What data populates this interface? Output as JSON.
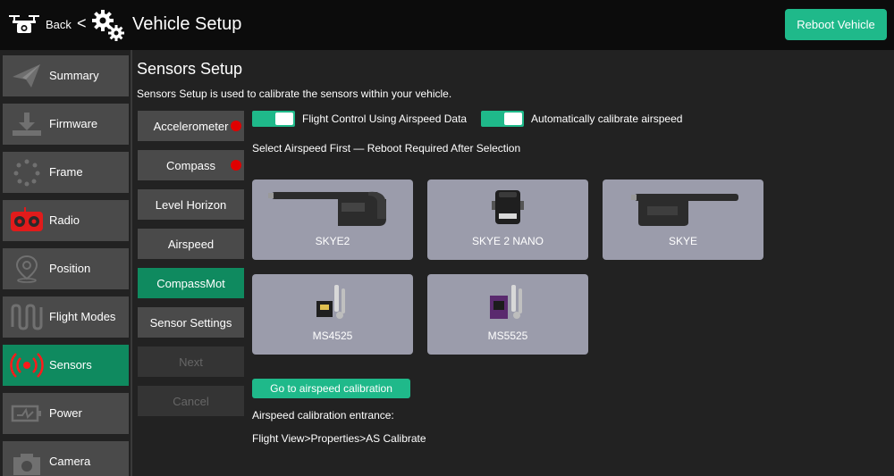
{
  "header": {
    "back_label": "Back",
    "back_chevron": "<",
    "title": "Vehicle Setup",
    "reboot_label": "Reboot Vehicle",
    "icons": [
      "drone-camera-icon",
      "gears-icon"
    ]
  },
  "sidebar": {
    "items": [
      {
        "label": "Summary",
        "icon": "paper-plane-icon",
        "active": false
      },
      {
        "label": "Firmware",
        "icon": "download-icon",
        "active": false
      },
      {
        "label": "Frame",
        "icon": "dots-circle-icon",
        "active": false
      },
      {
        "label": "Radio",
        "icon": "radio-icon",
        "active": false
      },
      {
        "label": "Position",
        "icon": "location-pin-icon",
        "active": false
      },
      {
        "label": "Flight Modes",
        "icon": "wave-icon",
        "active": false
      },
      {
        "label": "Sensors",
        "icon": "signal-icon",
        "active": true
      },
      {
        "label": "Power",
        "icon": "battery-icon",
        "active": false
      },
      {
        "label": "Camera",
        "icon": "camera-icon",
        "active": false
      }
    ]
  },
  "main": {
    "title": "Sensors Setup",
    "description": "Sensors Setup is used to calibrate the sensors within your vehicle.",
    "sub_buttons": [
      {
        "label": "Accelerometer",
        "state": "normal",
        "needs_calibration": true
      },
      {
        "label": "Compass",
        "state": "normal",
        "needs_calibration": true
      },
      {
        "label": "Level Horizon",
        "state": "normal",
        "needs_calibration": false
      },
      {
        "label": "Airspeed",
        "state": "normal",
        "needs_calibration": false
      },
      {
        "label": "CompassMot",
        "state": "active",
        "needs_calibration": false
      },
      {
        "label": "Sensor Settings",
        "state": "normal",
        "needs_calibration": false
      },
      {
        "label": "Next",
        "state": "disabled",
        "needs_calibration": false
      },
      {
        "label": "Cancel",
        "state": "disabled",
        "needs_calibration": false
      }
    ],
    "toggles": [
      {
        "label": "Flight Control Using Airspeed Data",
        "on": true
      },
      {
        "label": "Automatically calibrate airspeed",
        "on": true
      }
    ],
    "select_note": "Select Airspeed First — Reboot Required After Selection",
    "sensors": [
      {
        "label": "SKYE2",
        "icon": "pitot-tube-icon"
      },
      {
        "label": "SKYE 2 NANO",
        "icon": "nano-sensor-icon"
      },
      {
        "label": "SKYE",
        "icon": "pitot-tube-icon"
      },
      {
        "label": "MS4525",
        "icon": "sensor-board-icon"
      },
      {
        "label": "MS5525",
        "icon": "sensor-board-icon"
      }
    ],
    "calibration_button": "Go to airspeed calibration",
    "info_title": "Airspeed calibration entrance:",
    "info_path": "Flight View>Properties>AS Calibrate"
  },
  "colors": {
    "accent": "#1fb98a",
    "active_nav": "#0f8a5f",
    "alert": "#e00000",
    "card": "#9b9cab",
    "header": "#0c0c0c"
  }
}
